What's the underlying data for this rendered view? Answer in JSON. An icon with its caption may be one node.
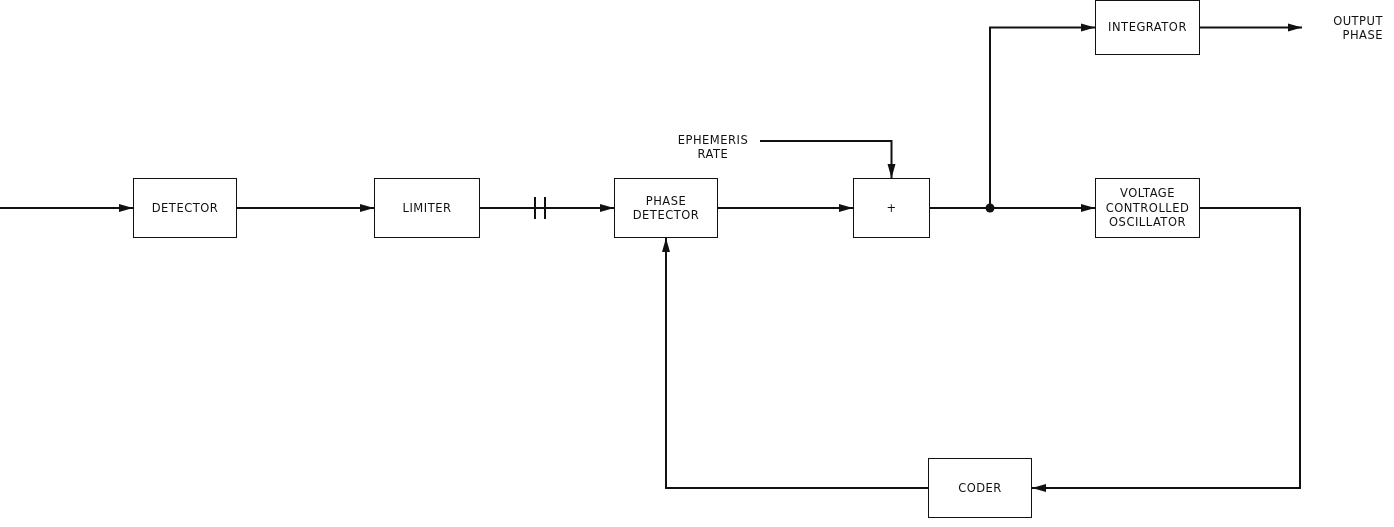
{
  "diagram": {
    "nodes": [
      {
        "text": [
          "DETECTOR"
        ]
      },
      {
        "text": [
          "LIMITER"
        ]
      },
      {
        "text": [
          "PHASE DETECTOR"
        ]
      },
      {
        "text": [
          "+"
        ]
      },
      {
        "text": [
          "EPHEMERIS RATE"
        ]
      },
      {
        "text": [
          "INTEGRATOR"
        ]
      },
      {
        "text": [
          "OUTPUT PHASE"
        ]
      },
      {
        "text": [
          "VOLTAGE CONTROLLED OSCILLATOR"
        ]
      },
      {
        "text": [
          "CODER"
        ]
      }
    ],
    "edges": [
      {
        "from": null,
        "to": 0,
        "arrow": "to"
      },
      {
        "from": 0,
        "to": 1,
        "arrow": "to"
      },
      {
        "from": 1,
        "to": 2,
        "arrow": "to"
      },
      {
        "from": 2,
        "to": 3,
        "arrow": "to"
      },
      {
        "from": 4,
        "to": 3,
        "arrow": "to"
      },
      {
        "from": 3,
        "to": 5,
        "arrow": "to"
      },
      {
        "from": 3,
        "to": 7,
        "arrow": "to"
      },
      {
        "from": 5,
        "to": 6,
        "arrow": "to"
      },
      {
        "from": 7,
        "to": 8,
        "arrow": "to"
      },
      {
        "from": 8,
        "to": 2,
        "arrow": "to"
      }
    ]
  }
}
